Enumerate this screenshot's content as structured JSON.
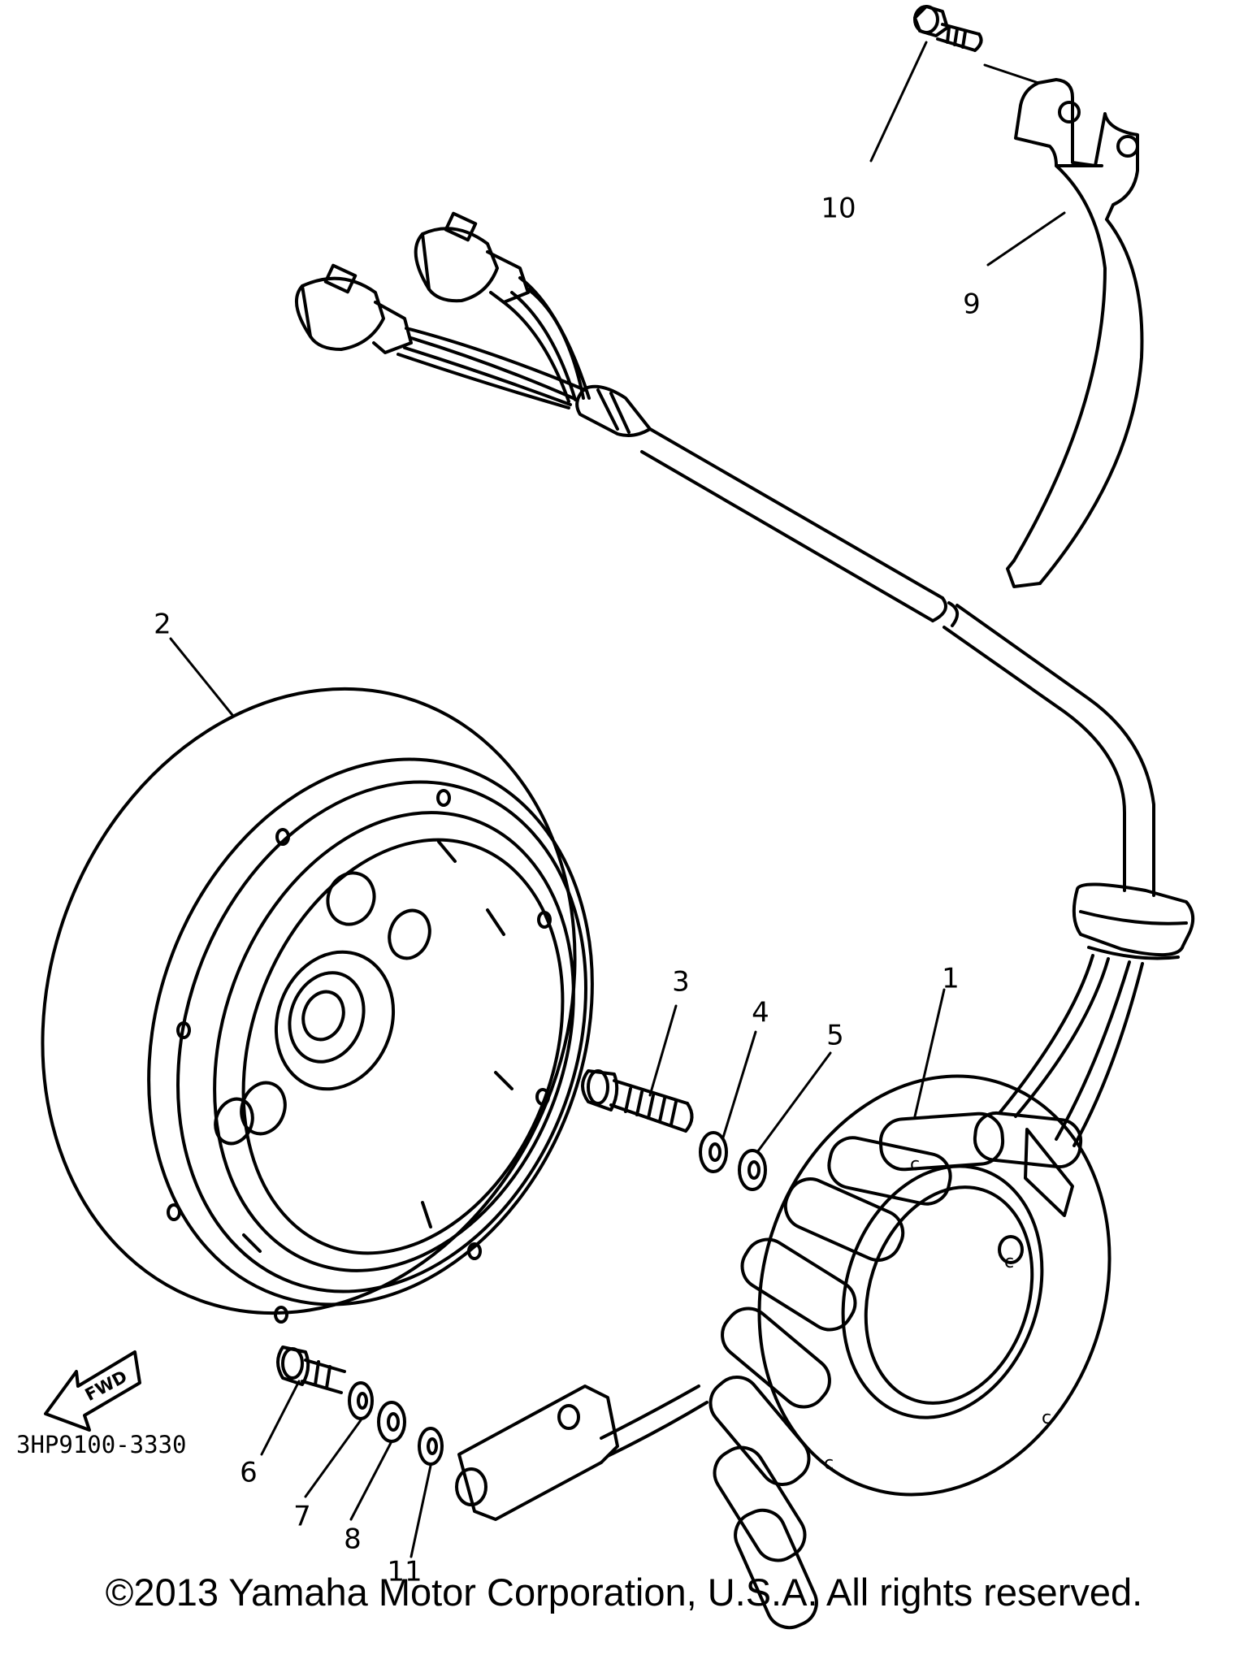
{
  "callouts": {
    "c1": "1",
    "c2": "2",
    "c3": "3",
    "c4": "4",
    "c5": "5",
    "c6": "6",
    "c7": "7",
    "c8": "8",
    "c9": "9",
    "c10": "10",
    "c11": "11"
  },
  "diagram_code": "3HP9100-3330",
  "fwd_label": "FWD",
  "copyright": "©2013 Yamaha Motor Corporation, U.S.A. All rights reserved."
}
